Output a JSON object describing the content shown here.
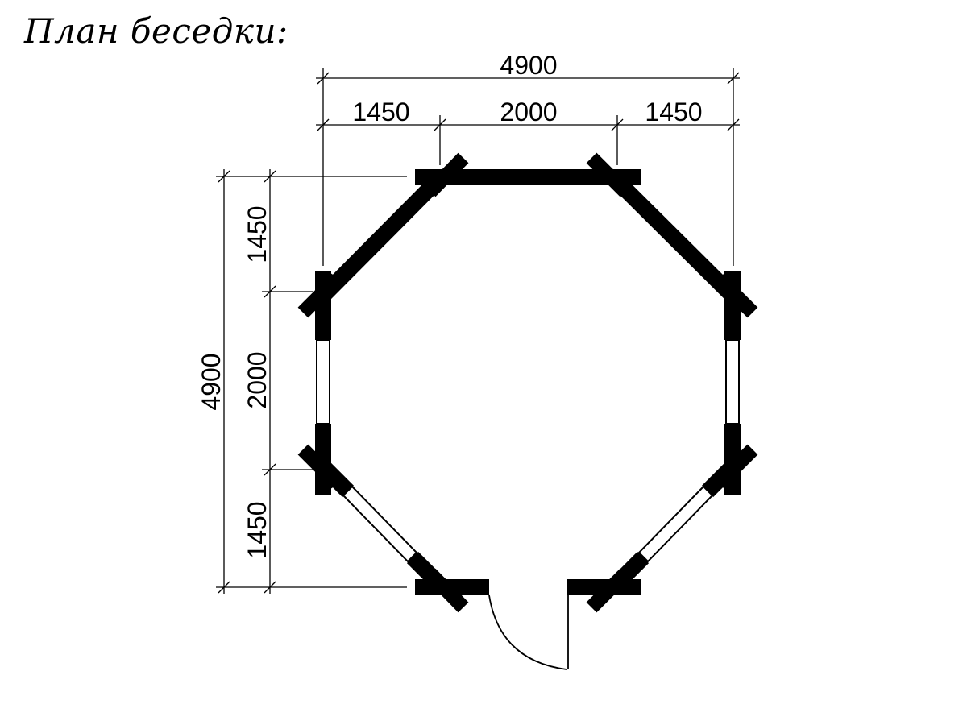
{
  "title": "План беседки:",
  "dimensions": {
    "top_total": "4900",
    "top_left": "1450",
    "top_middle": "2000",
    "top_right": "1450",
    "left_total": "4900",
    "left_upper": "1450",
    "left_middle": "2000",
    "left_lower": "1450"
  },
  "colors": {
    "wall": "#000000",
    "background": "#ffffff"
  }
}
